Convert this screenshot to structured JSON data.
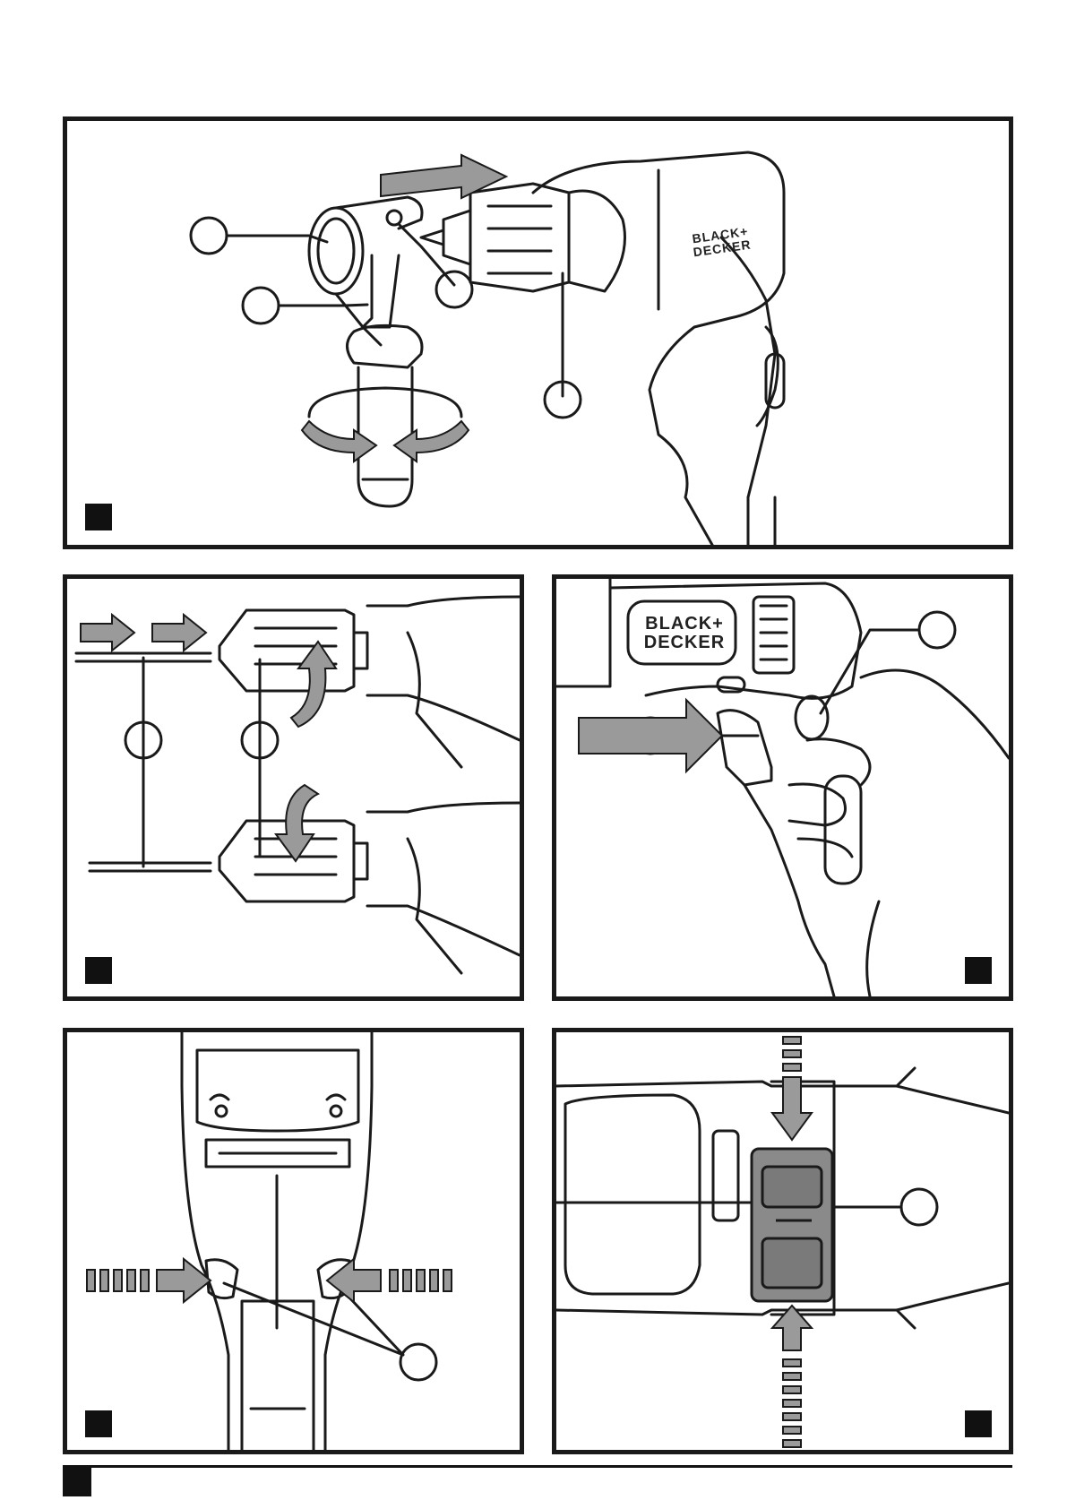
{
  "brand": {
    "line1": "BLACK+",
    "line2": "DECKER"
  },
  "figures": [
    {
      "id": "fig-a",
      "callouts": 4,
      "depicts": "side-handle-attachment"
    },
    {
      "id": "fig-b",
      "callouts": 2,
      "depicts": "keyless-chuck-bit-insertion"
    },
    {
      "id": "fig-c",
      "callouts": 1,
      "depicts": "trigger-and-lock-button"
    },
    {
      "id": "fig-d",
      "callouts": 1,
      "depicts": "forward-reverse-slider"
    },
    {
      "id": "fig-e",
      "callouts": 1,
      "depicts": "mode-selector"
    }
  ],
  "icons": {
    "arrow": "arrow-icon",
    "rotate": "rotation-arrow-icon",
    "callout": "callout-circle-icon"
  },
  "colors": {
    "ink": "#1a1a1a",
    "arrow_fill": "#9a9a9a",
    "panel_fill": "#ffffff",
    "selector_fill": "#8a8a8a"
  }
}
